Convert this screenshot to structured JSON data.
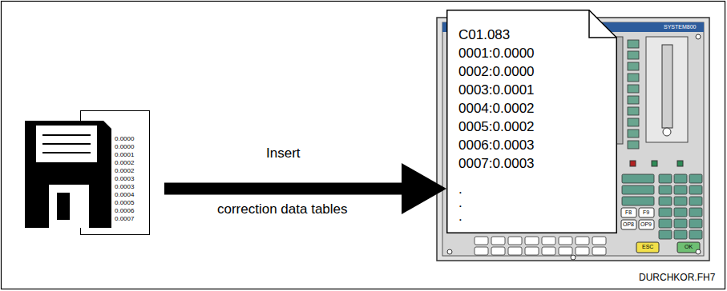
{
  "diagram": {
    "nodes": [
      {
        "text": [
          "0.0000 0.0000 0.0001 0.0002 0.0002 0.0003 0.0003 0.0004 0.0005 0.0006 0.0007"
        ]
      },
      {
        "text": [
          "C01.083 0001:0.0000 0002:0.0000 0003:0.0001 0004:0.0002 0005:0.0002 0006:0.0003 0007:0.0003",
          ".",
          ".",
          "."
        ]
      }
    ],
    "edges": [
      {
        "from": 0,
        "to": 1,
        "arrow": "to",
        "label": "Insert"
      }
    ],
    "labels": [
      "correction data tables",
      "SYSTEM800",
      "F8",
      "F9",
      "OP8",
      "OP9",
      "ESC",
      "OK",
      "DURCHKOR.FH7"
    ]
  }
}
